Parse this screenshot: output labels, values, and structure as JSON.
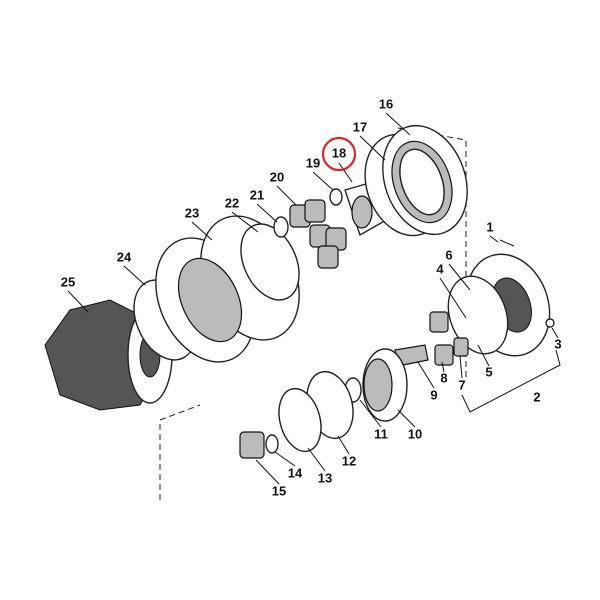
{
  "diagram": {
    "highlight_color": "#d9262b",
    "highlighted_part": "18",
    "callouts": [
      "1",
      "2",
      "3",
      "4",
      "5",
      "6",
      "7",
      "8",
      "9",
      "10",
      "11",
      "12",
      "13",
      "14",
      "15",
      "16",
      "17",
      "18",
      "19",
      "20",
      "21",
      "22",
      "23",
      "24",
      "25"
    ]
  }
}
